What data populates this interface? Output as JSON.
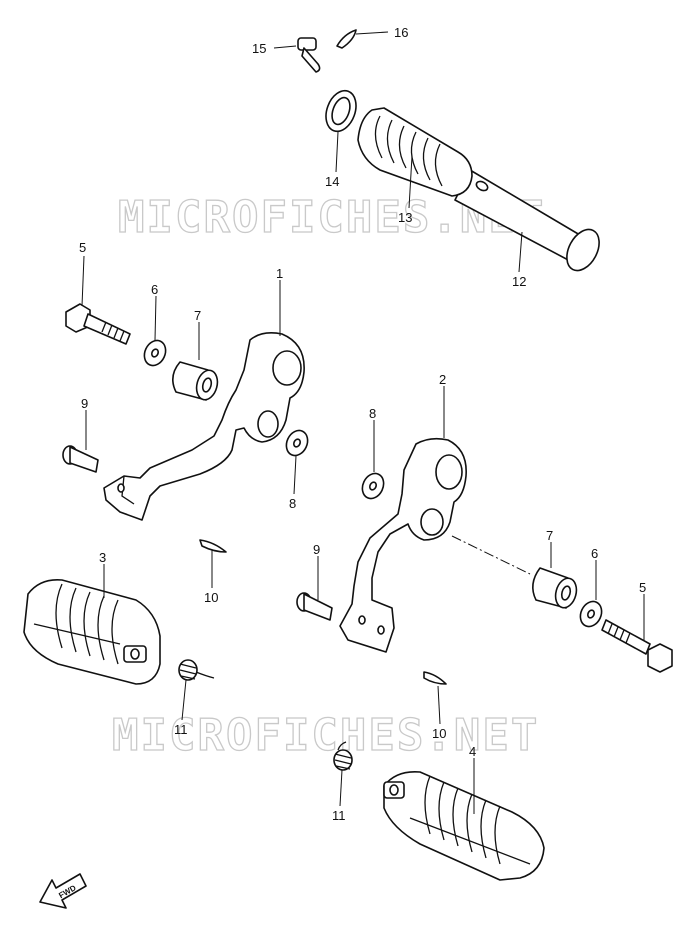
{
  "watermark": "MICROFICHES.NET",
  "fwd_label": "FWD",
  "callouts": {
    "c1": "1",
    "c2": "2",
    "c3": "3",
    "c4": "4",
    "c5a": "5",
    "c5b": "5",
    "c6a": "6",
    "c6b": "6",
    "c7a": "7",
    "c7b": "7",
    "c8a": "8",
    "c8b": "8",
    "c9a": "9",
    "c9b": "9",
    "c10a": "10",
    "c10b": "10",
    "c11a": "11",
    "c11b": "11",
    "c12": "12",
    "c13": "13",
    "c14": "14",
    "c15": "15",
    "c16": "16"
  }
}
